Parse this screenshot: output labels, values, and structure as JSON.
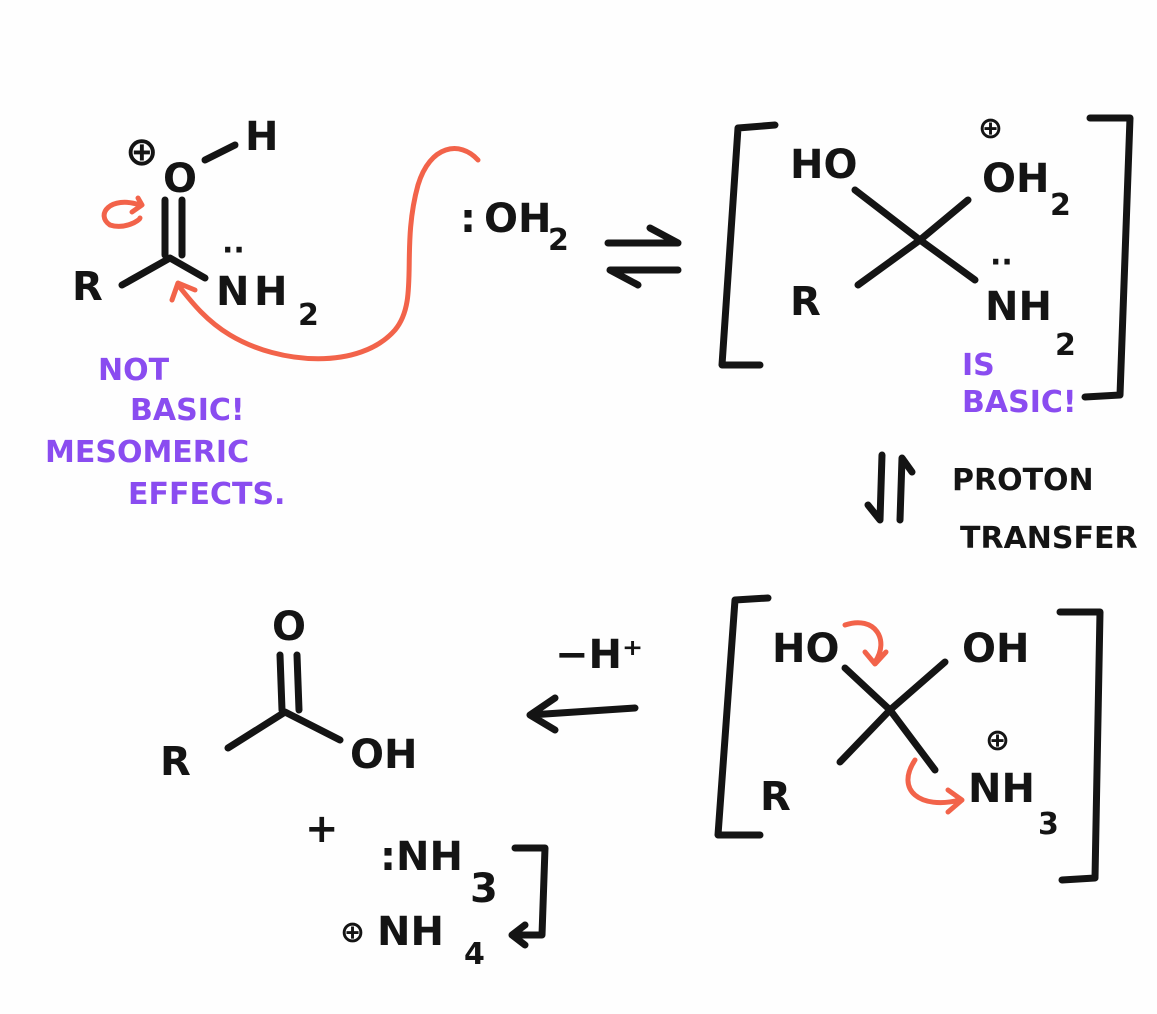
{
  "colors": {
    "ink": "#141414",
    "arrow": "#f2634a",
    "note": "#8a4cf0"
  },
  "reactant": {
    "charge": "⊕",
    "O": "O",
    "H": "H",
    "R": "R",
    "N": "N",
    "NH": "H",
    "sub": "2",
    "lone_pair": "··"
  },
  "nucleophile": {
    "lone_pair": ":",
    "text": "OH",
    "sub": "2"
  },
  "note_left": {
    "line1": "NOT",
    "line2": "BASIC!",
    "line3": "MESOMERIC",
    "line4": "EFFECTS."
  },
  "intermediate1": {
    "HO": "HO",
    "charge": "⊕",
    "OH": "OH",
    "sub": "2",
    "R": "R",
    "N": "NH",
    "nsub": "2",
    "lone_pair": "··"
  },
  "note_right": {
    "line1": "IS",
    "line2": "BASIC!"
  },
  "proton_transfer": {
    "line1": "PROTON",
    "line2": "TRANSFER"
  },
  "intermediate2": {
    "HO": "HO",
    "OH": "OH",
    "R": "R",
    "charge": "⊕",
    "N": "NH",
    "nsub": "3"
  },
  "step": {
    "label": "−H⁺"
  },
  "product": {
    "O": "O",
    "R": "R",
    "OH": "OH",
    "plus": "+",
    "ammonia": ":NH",
    "asub": "3",
    "charge": "⊕",
    "ammonium": "NH",
    "msub": "4"
  }
}
